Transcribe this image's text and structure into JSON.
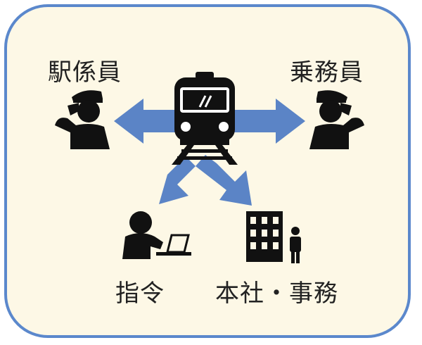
{
  "labels": {
    "station_staff": "駅係員",
    "train_crew": "乗務員",
    "dispatch": "指令",
    "head_office": "本社・事務"
  },
  "colors": {
    "border": "#5B88CC",
    "background": "#FDF8E6",
    "arrow": "#5B84C6",
    "icon": "#111111"
  },
  "icons": [
    "train-icon",
    "station-staff-icon",
    "train-crew-icon",
    "dispatcher-laptop-icon",
    "office-building-icon",
    "person-icon"
  ]
}
